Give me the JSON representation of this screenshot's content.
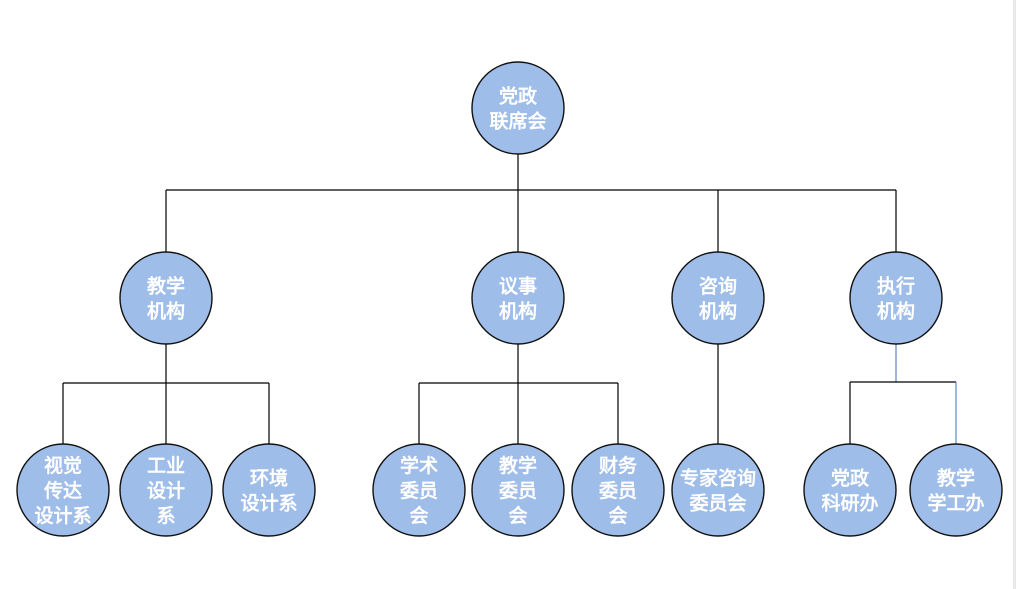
{
  "colors": {
    "node_fill": "#9fbde9",
    "node_stroke": "#111111",
    "node_text": "#ffffff",
    "line": "#000000",
    "accent_line": "#5b87c5"
  },
  "root": {
    "id": "root",
    "lines": [
      "党政",
      "联席会"
    ]
  },
  "branches": [
    {
      "id": "teaching",
      "lines": [
        "教学",
        "机构"
      ],
      "children": [
        {
          "id": "visual",
          "lines": [
            "视觉",
            "传达",
            "设计系"
          ]
        },
        {
          "id": "industrial",
          "lines": [
            "工业",
            "设计",
            "系"
          ]
        },
        {
          "id": "environment",
          "lines": [
            "环境",
            "设计系"
          ]
        }
      ]
    },
    {
      "id": "deliberation",
      "lines": [
        "议事",
        "机构"
      ],
      "children": [
        {
          "id": "academic",
          "lines": [
            "学术",
            "委员",
            "会"
          ]
        },
        {
          "id": "teaching-committee",
          "lines": [
            "教学",
            "委员",
            "会"
          ]
        },
        {
          "id": "finance",
          "lines": [
            "财务",
            "委员",
            "会"
          ]
        }
      ]
    },
    {
      "id": "consulting",
      "lines": [
        "咨询",
        "机构"
      ],
      "children": [
        {
          "id": "expert",
          "lines": [
            "专家咨询",
            "委员会"
          ]
        }
      ]
    },
    {
      "id": "executive",
      "lines": [
        "执行",
        "机构"
      ],
      "children": [
        {
          "id": "party-research",
          "lines": [
            "党政",
            "科研办"
          ]
        },
        {
          "id": "student-affairs",
          "lines": [
            "教学",
            "学工办"
          ]
        }
      ]
    }
  ]
}
